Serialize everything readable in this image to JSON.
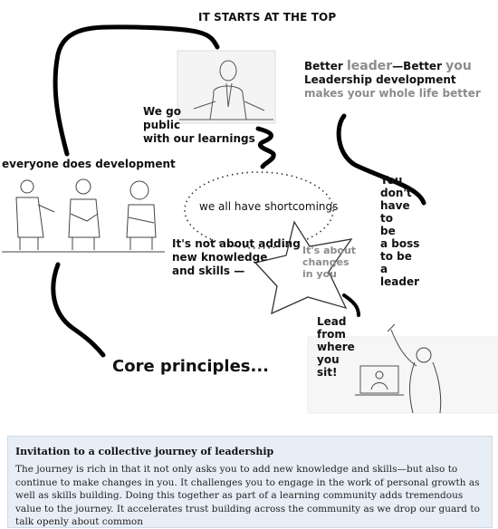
{
  "header": {
    "title": "IT STARTS AT THE TOP"
  },
  "leader_block": {
    "line1_a": "Better ",
    "line1_leader": "leader",
    "line1_b": "—Better ",
    "line1_you": "you",
    "line2": "Leadership development",
    "line3": "makes your whole life better"
  },
  "labels": {
    "go_public": [
      "We go",
      "public",
      "with our learnings"
    ],
    "everyone": "everyone does development",
    "shortcomings": "we all have shortcomings",
    "not_about": [
      "It's not about adding",
      "new knowledge",
      "and skills —"
    ],
    "changes": [
      "It's about",
      "changes",
      "in you"
    ],
    "boss": [
      "You",
      "don't",
      "have",
      "to",
      "be",
      "a boss",
      "to be",
      "a",
      "leader"
    ],
    "lead": [
      "Lead",
      "from",
      "where",
      "you",
      "sit!"
    ],
    "core": "Core principles..."
  },
  "info": {
    "title": "Invitation to a collective journey of leadership",
    "body": "The journey is rich in that it not only asks you to add new knowledge and skills—but also to continue to make changes in you.  It challenges you to engage in the work of personal growth as well as skills building.  Doing this together as part of a learning community adds tremendous value to the journey. It accelerates trust building across the community as we drop our guard to talk openly about common"
  },
  "colors": {
    "accent_gray": "#8c8c8c",
    "info_bg": "#e8eef6",
    "curve": "#000000"
  }
}
